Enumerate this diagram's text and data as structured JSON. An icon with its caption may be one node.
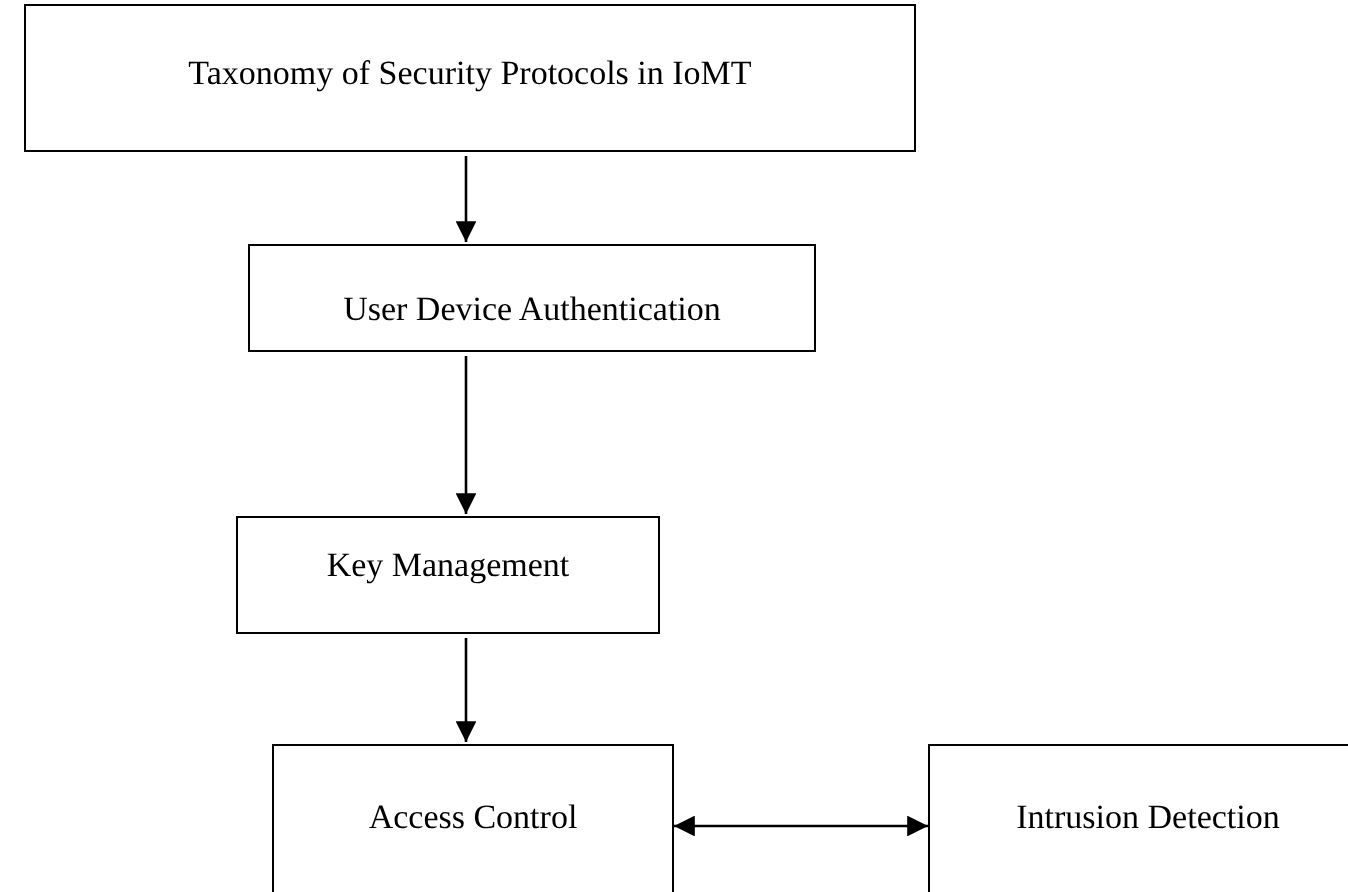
{
  "diagram": {
    "nodes": [
      {
        "text": [
          "Taxonomy of Security Protocols in IoMT"
        ]
      },
      {
        "text": [
          "User Device Authentication"
        ]
      },
      {
        "text": [
          "Key Management"
        ]
      },
      {
        "text": [
          "Access Control"
        ]
      },
      {
        "text": [
          "Intrusion Detection"
        ]
      }
    ],
    "edges": [
      {
        "from": 0,
        "to": 1,
        "arrow": "to"
      },
      {
        "from": 1,
        "to": 2,
        "arrow": "to"
      },
      {
        "from": 2,
        "to": 3,
        "arrow": "to"
      },
      {
        "from": 3,
        "to": 4,
        "arrow": "both"
      }
    ]
  }
}
